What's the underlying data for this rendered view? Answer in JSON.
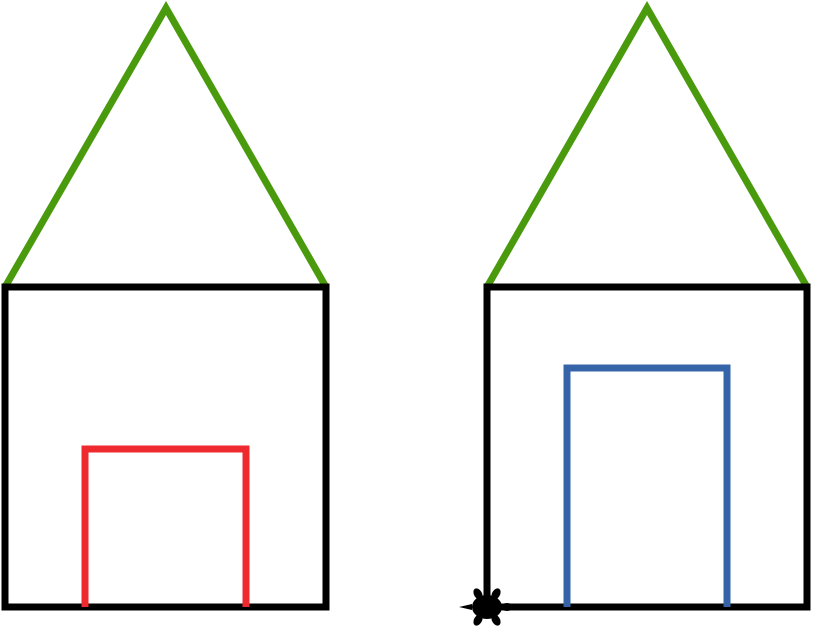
{
  "colors": {
    "background": "#ffffff",
    "outline": "#000000",
    "roof": "#4a9a0e",
    "left_door": "#ee2a2f",
    "right_door": "#3565a8",
    "turtle": "#000000"
  },
  "houses": [
    {
      "name": "left-house",
      "door": "left_door"
    },
    {
      "name": "right-house",
      "door": "right_door"
    }
  ],
  "turtle": {
    "icon": "turtle-icon",
    "heading": "east"
  }
}
